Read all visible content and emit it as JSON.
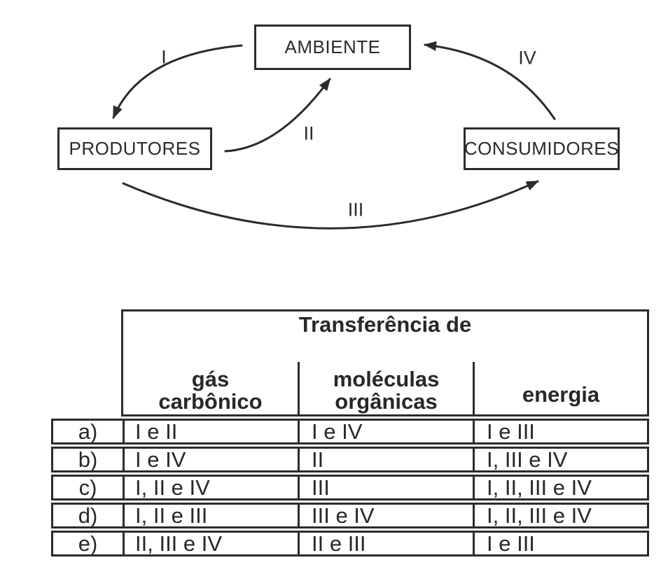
{
  "diagram": {
    "nodes": {
      "ambiente": "AMBIENTE",
      "produtores": "PRODUTORES",
      "consumidores": "CONSUMIDORES"
    },
    "arrow_labels": {
      "i": "I",
      "ii": "II",
      "iii": "III",
      "iv": "IV"
    }
  },
  "table": {
    "title": "Transferência de",
    "columns": [
      {
        "line1": "gás",
        "line2": "carbônico"
      },
      {
        "line1": "moléculas",
        "line2": "orgânicas"
      },
      {
        "line1": "energia",
        "line2": ""
      }
    ],
    "rows": [
      {
        "option": "a)",
        "cells": [
          "I e II",
          "I e IV",
          "I e III"
        ]
      },
      {
        "option": "b)",
        "cells": [
          "I e IV",
          "II",
          "I, III e IV"
        ]
      },
      {
        "option": "c)",
        "cells": [
          "I, II e IV",
          "III",
          "I, II, III e IV"
        ]
      },
      {
        "option": "d)",
        "cells": [
          "I, II e III",
          "III e IV",
          "I, II, III e IV"
        ]
      },
      {
        "option": "e)",
        "cells": [
          "II, III e IV",
          "II e III",
          "I e III"
        ]
      }
    ]
  },
  "colors": {
    "ink": "#2b2b2b",
    "background": "#ffffff"
  }
}
